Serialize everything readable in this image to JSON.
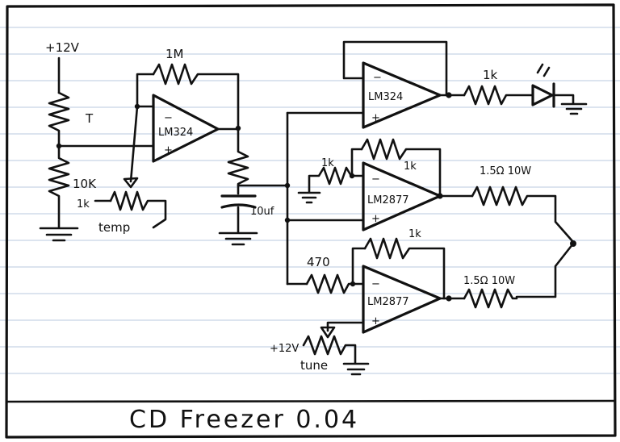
{
  "schematic": {
    "supply_top": "+12V",
    "thermistor_label": "T",
    "r_bottom_label": "10K",
    "pot_temp_value": "1k",
    "pot_temp_label": "temp",
    "opamp1_label": "LM324",
    "feedback_label": "1M",
    "cap_label": "10uf",
    "opamp2_label": "LM324",
    "led_res_label": "1k",
    "amp1_input_res_label": "1k",
    "amp1_feedback_label": "1k",
    "amp1_label": "LM2877",
    "amp1_out_res_label": "1.5Ω 10W",
    "amp2_input_res_label": "470",
    "amp2_feedback_label": "1k",
    "amp2_label": "LM2877",
    "amp2_out_res_label": "1.5Ω 10W",
    "tune_supply_label": "+12V",
    "tune_label": "tune"
  },
  "footer": {
    "title": "CD Freezer 0.04"
  }
}
